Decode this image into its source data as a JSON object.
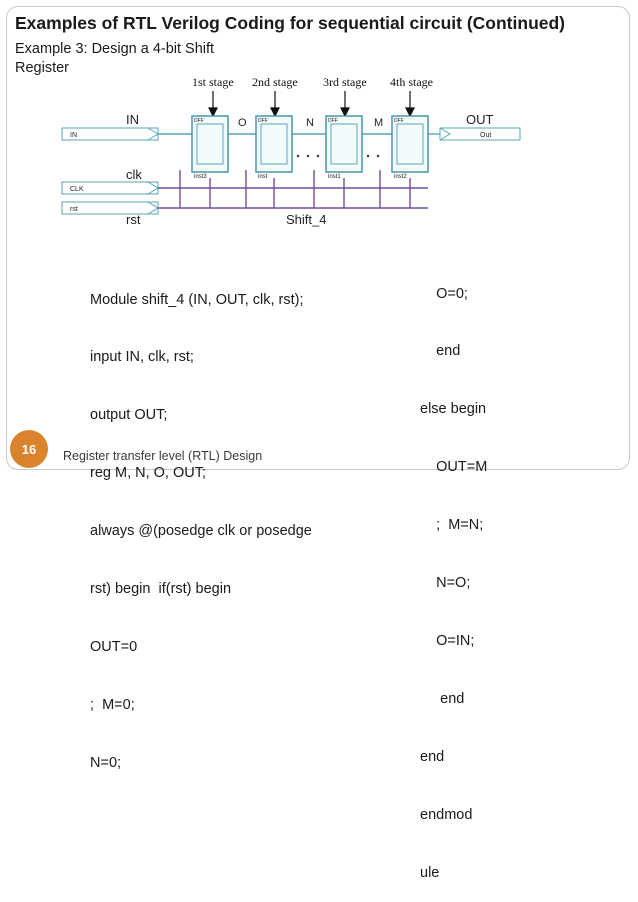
{
  "slide": {
    "title": "Examples of RTL Verilog Coding for sequential circuit (Continued)",
    "subtitle": "Example 3: Design a 4-bit Shift Register"
  },
  "diagram": {
    "stage_labels": [
      "1st stage",
      "2nd stage",
      "3rd stage",
      "4th stage"
    ],
    "signals": {
      "in": "IN",
      "clk": "clk",
      "rst": "rst",
      "out": "OUT",
      "o": "O",
      "n": "N",
      "m": "M"
    },
    "port_labels": {
      "in": "IN",
      "clk": "CLK",
      "rst": "rst",
      "out": "Out"
    },
    "module_name": "Shift_4",
    "instances": [
      "inst3",
      "inst",
      "inst1",
      "inst2"
    ],
    "colors": {
      "wire": "#55a5b8",
      "bus": "#6e4e9e",
      "block": "#3f8fa6"
    }
  },
  "code": {
    "left_lines": [
      "Module shift_4 (IN, OUT, clk, rst);",
      "input IN, clk, rst;",
      "output OUT;",
      "reg M, N, O, OUT;",
      "always @(posedge clk or posedge",
      "rst) begin  if(rst) begin",
      "OUT=0",
      ";  M=0;",
      "N=0;"
    ],
    "right_lines": [
      "    O=0;",
      "    end",
      "else begin",
      "    OUT=M",
      "    ;  M=N;",
      "    N=O;",
      "    O=IN;",
      "     end",
      "end",
      "endmod",
      "ule"
    ]
  },
  "footer": {
    "page_number": "16",
    "text": "Register transfer level (RTL) Design"
  }
}
